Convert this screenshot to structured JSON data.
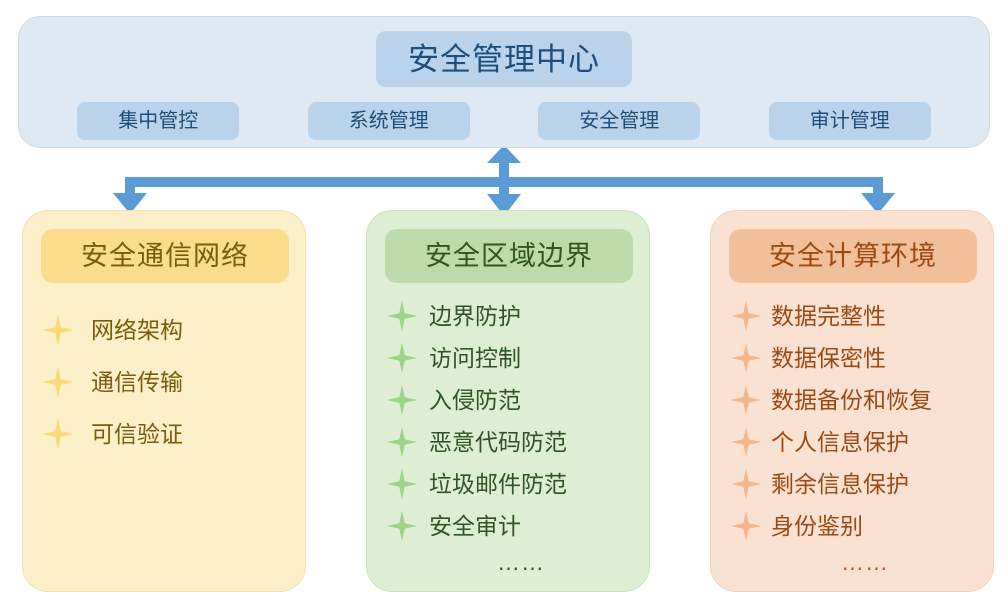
{
  "colors": {
    "panel_bg": "#dfe9f4",
    "panel_border": "#cfdcea",
    "chip_bg": "#b9d3ea",
    "chip_text": "#1f4e79",
    "arrow": "#5b9bd5",
    "yellow_card_bg": "#fcefc9",
    "yellow_header_bg": "#f9dd8b",
    "yellow_text": "#7a5c0a",
    "yellow_star": "#f8d974",
    "green_card_bg": "#ddeed3",
    "green_header_bg": "#bcdba8",
    "green_text": "#2f5524",
    "green_star": "#9ed48a",
    "orange_card_bg": "#fae2d2",
    "orange_header_bg": "#f2bf9b",
    "orange_text": "#9c4a12",
    "orange_star": "#f3b78e"
  },
  "top_panel": {
    "title": "安全管理中心",
    "chips": [
      {
        "label": "集中管控"
      },
      {
        "label": "系统管理"
      },
      {
        "label": "安全管理"
      },
      {
        "label": "审计管理"
      }
    ]
  },
  "connectors": {
    "icon": "branching-arrows",
    "up_arrow": "arrow-up-icon",
    "down_arrows": [
      "arrow-down-icon",
      "arrow-down-icon",
      "arrow-down-icon"
    ]
  },
  "columns": [
    {
      "id": "network",
      "title": "安全通信网络",
      "bullet_icon": "four-point-star-icon",
      "items": [
        "网络架构",
        "通信传输",
        "可信验证"
      ],
      "ellipsis": ""
    },
    {
      "id": "border",
      "title": "安全区域边界",
      "bullet_icon": "four-point-star-icon",
      "items": [
        "边界防护",
        "访问控制",
        "入侵防范",
        "恶意代码防范",
        "垃圾邮件防范",
        "安全审计"
      ],
      "ellipsis": "……"
    },
    {
      "id": "compute",
      "title": "安全计算环境",
      "bullet_icon": "four-point-star-icon",
      "items": [
        "数据完整性",
        "数据保密性",
        "数据备份和恢复",
        "个人信息保护",
        "剩余信息保护",
        "身份鉴别"
      ],
      "ellipsis": "……"
    }
  ]
}
